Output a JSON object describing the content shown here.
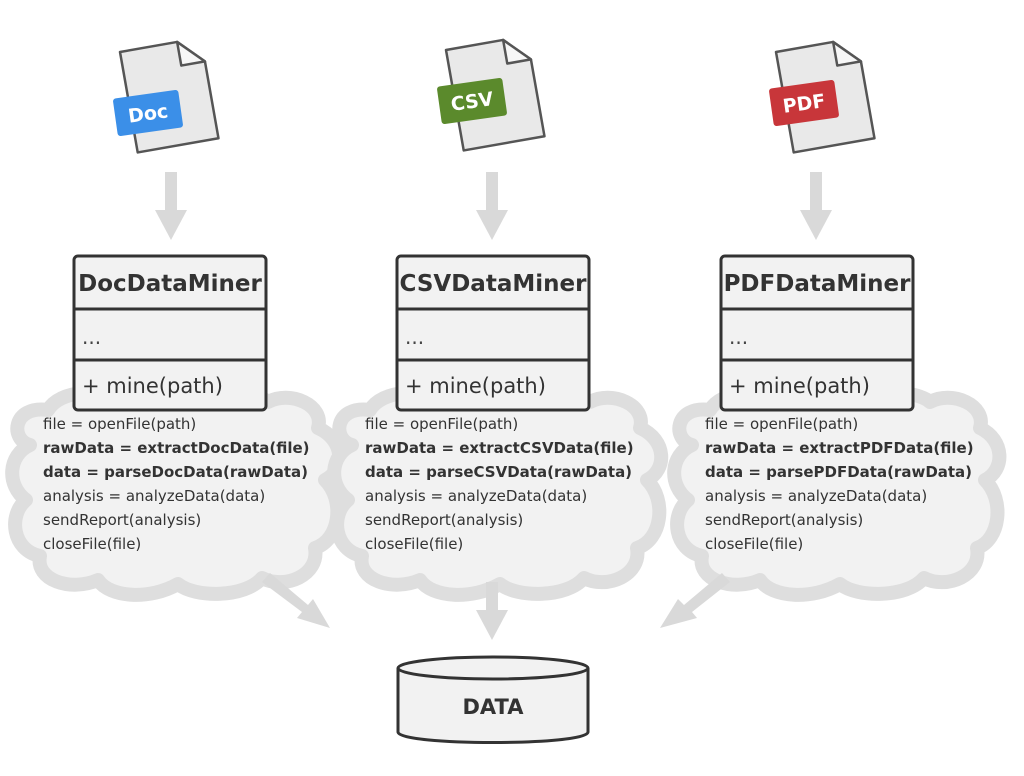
{
  "columns": [
    {
      "id": "doc",
      "file_badge": "Doc",
      "badge_color": "#3b8fe8",
      "class_name": "DocDataMiner",
      "attributes": "...",
      "method": "+ mine(path)",
      "code": [
        {
          "text": "file = openFile(path)",
          "bold": false
        },
        {
          "text": "rawData = extractDocData(file)",
          "bold": true
        },
        {
          "text": "data = parseDocData(rawData)",
          "bold": true
        },
        {
          "text": "analysis = analyzeData(data)",
          "bold": false
        },
        {
          "text": "sendReport(analysis)",
          "bold": false
        },
        {
          "text": "closeFile(file)",
          "bold": false
        }
      ]
    },
    {
      "id": "csv",
      "file_badge": "CSV",
      "badge_color": "#5b8a2c",
      "class_name": "CSVDataMiner",
      "attributes": "...",
      "method": "+ mine(path)",
      "code": [
        {
          "text": "file = openFile(path)",
          "bold": false
        },
        {
          "text": "rawData = extractCSVData(file)",
          "bold": true
        },
        {
          "text": "data = parseCSVData(rawData)",
          "bold": true
        },
        {
          "text": "analysis = analyzeData(data)",
          "bold": false
        },
        {
          "text": "sendReport(analysis)",
          "bold": false
        },
        {
          "text": "closeFile(file)",
          "bold": false
        }
      ]
    },
    {
      "id": "pdf",
      "file_badge": "PDF",
      "badge_color": "#c8363a",
      "class_name": "PDFDataMiner",
      "attributes": "...",
      "method": "+ mine(path)",
      "code": [
        {
          "text": "file = openFile(path)",
          "bold": false
        },
        {
          "text": "rawData = extractPDFData(file)",
          "bold": true
        },
        {
          "text": "data = parsePDFData(rawData)",
          "bold": true
        },
        {
          "text": "analysis = analyzeData(data)",
          "bold": false
        },
        {
          "text": "sendReport(analysis)",
          "bold": false
        },
        {
          "text": "closeFile(file)",
          "bold": false
        }
      ]
    }
  ],
  "database": {
    "label": "DATA"
  }
}
